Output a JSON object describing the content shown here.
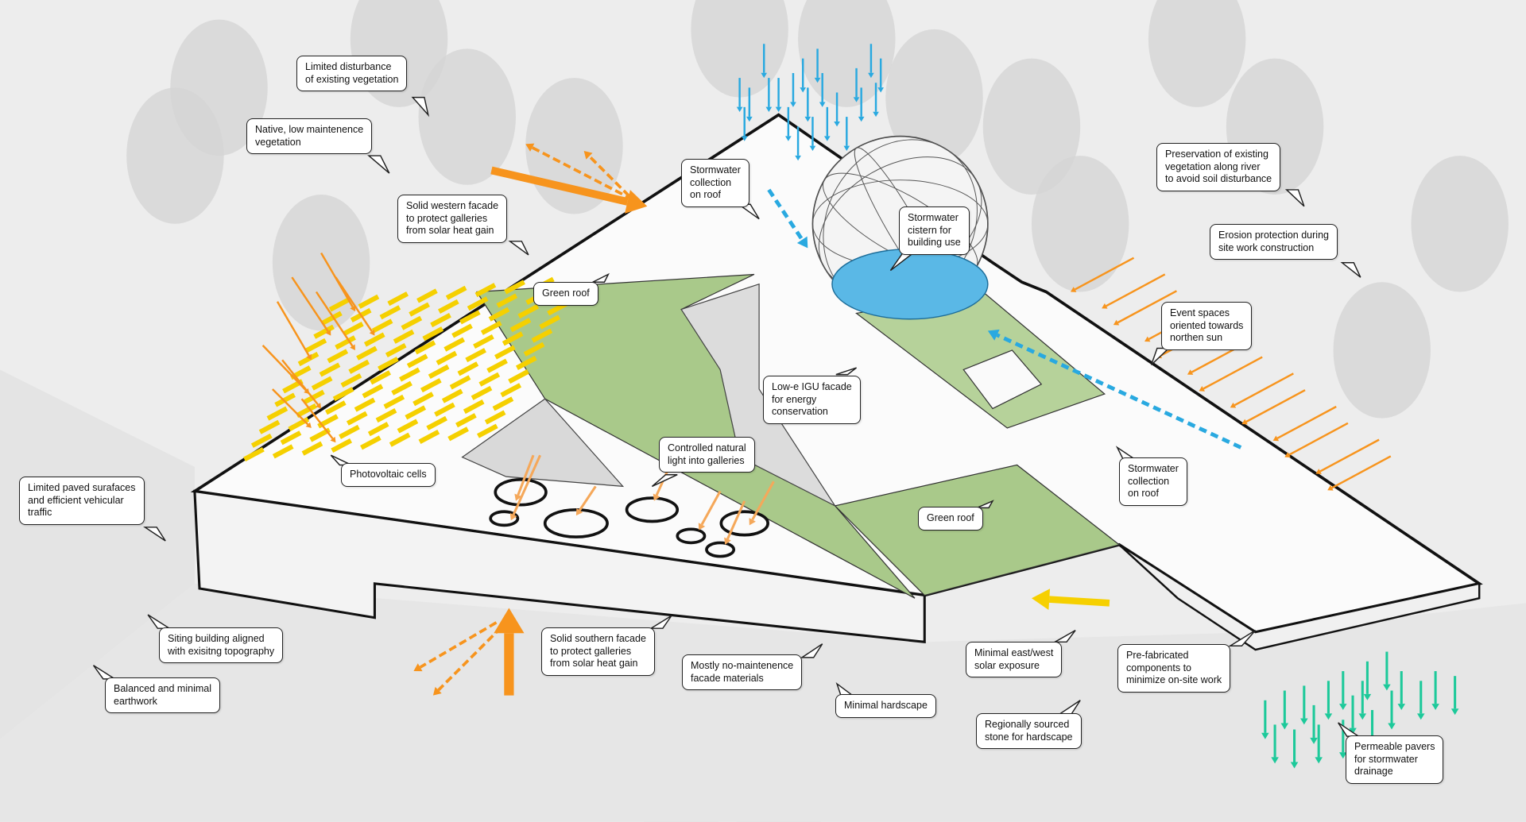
{
  "colors": {
    "green_roof": "#a9c98a",
    "solar_orange": "#f7941d",
    "pv_yellow": "#f5d000",
    "water_blue": "#29a9e0",
    "pavers_teal": "#1dc99a",
    "ground": "#ededed"
  },
  "callouts": [
    {
      "id": "limited-disturbance",
      "text": "Limited disturbance\nof existing vegetation"
    },
    {
      "id": "native-vegetation",
      "text": "Native, low maintenence\nvegetation"
    },
    {
      "id": "western-facade",
      "text": "Solid  western facade\nto protect galleries\nfrom solar heat gain"
    },
    {
      "id": "stormwater-roof-1",
      "text": "Stormwater\ncollection\non roof"
    },
    {
      "id": "stormwater-cistern",
      "text": "Stormwater\ncistern for\nbuilding use"
    },
    {
      "id": "preservation-river",
      "text": "Preservation of existing\nvegetation along river\nto avoid soil disturbance"
    },
    {
      "id": "erosion-protection",
      "text": "Erosion protection during\nsite work construction"
    },
    {
      "id": "green-roof-1",
      "text": "Green roof"
    },
    {
      "id": "event-spaces",
      "text": "Event spaces\noriented towards\nnorthen sun"
    },
    {
      "id": "low-e-igu",
      "text": "Low-e IGU facade\nfor energy\nconservation"
    },
    {
      "id": "natural-light",
      "text": "Controlled natural\nlight into galleries"
    },
    {
      "id": "photovoltaic",
      "text": "Photovoltaic cells"
    },
    {
      "id": "stormwater-roof-2",
      "text": "Stormwater\ncollection\non roof"
    },
    {
      "id": "limited-paved",
      "text": "Limited paved surafaces\n and efficient vehicular\ntraffic"
    },
    {
      "id": "green-roof-2",
      "text": "Green roof"
    },
    {
      "id": "siting-building",
      "text": "Siting building aligned\nwith exisitng topography"
    },
    {
      "id": "southern-facade",
      "text": "Solid southern facade\nto protect galleries\nfrom solar heat gain"
    },
    {
      "id": "no-maintenance",
      "text": "Mostly no-maintenence\nfacade materials"
    },
    {
      "id": "east-west",
      "text": "Minimal east/west\nsolar exposure"
    },
    {
      "id": "prefabricated",
      "text": "Pre-fabricated\ncomponents to\nminimize on-site work"
    },
    {
      "id": "earthwork",
      "text": "Balanced and minimal\nearthwork"
    },
    {
      "id": "minimal-hardscape",
      "text": "Minimal hardscape"
    },
    {
      "id": "regional-stone",
      "text": "Regionally sourced\nstone for hardscape"
    },
    {
      "id": "permeable-pavers",
      "text": "Permeable pavers\nfor stormwater\ndrainage"
    }
  ]
}
